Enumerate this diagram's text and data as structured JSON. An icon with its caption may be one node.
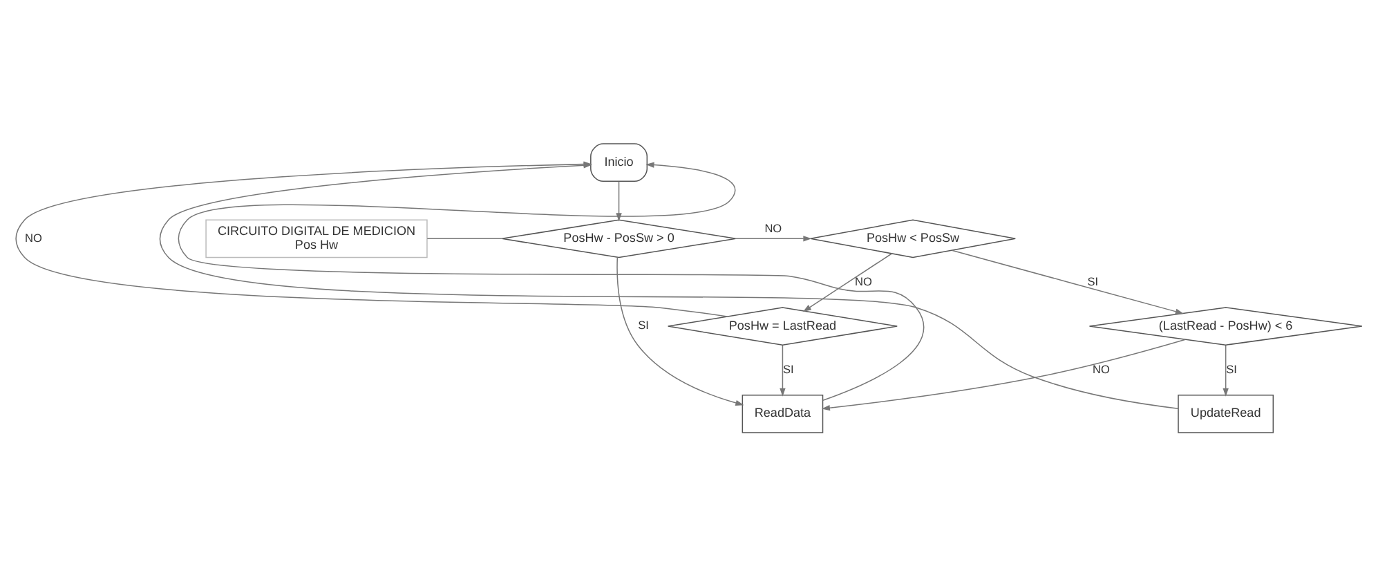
{
  "diagram": {
    "nodes": [
      {
        "text": [
          "Inicio"
        ]
      },
      {
        "text": [
          "CIRCUITO DIGITAL DE MEDICION",
          "Pos Hw"
        ]
      },
      {
        "text": [
          "PosHw - PosSw > 0"
        ]
      },
      {
        "text": [
          "PosHw < PosSw"
        ]
      },
      {
        "text": [
          "PosHw = LastRead"
        ]
      },
      {
        "text": [
          "(LastRead - PosHw) < 6"
        ]
      },
      {
        "text": [
          "UpdateRead"
        ]
      },
      {
        "text": [
          "ReadData"
        ]
      }
    ],
    "edges": [
      {
        "from": 0,
        "to": 2,
        "arrow": "to"
      },
      {
        "from": 1,
        "to": 2,
        "arrow": "none"
      },
      {
        "from": 2,
        "to": 7,
        "arrow": "to",
        "label": "SI"
      },
      {
        "from": 2,
        "to": 3,
        "arrow": "to",
        "label": "NO"
      },
      {
        "from": 4,
        "to": 0,
        "arrow": "to",
        "label": "NO"
      },
      {
        "from": 3,
        "to": 4,
        "arrow": "to",
        "label": "NO"
      },
      {
        "from": 3,
        "to": 5,
        "arrow": "to",
        "label": "SI"
      },
      {
        "from": 4,
        "to": 7,
        "arrow": "to",
        "label": "SI"
      },
      {
        "from": 5,
        "to": 6,
        "arrow": "to",
        "label": "SI"
      },
      {
        "from": 5,
        "to": 7,
        "arrow": "to",
        "label": "NO"
      },
      {
        "from": 6,
        "to": 0,
        "arrow": "to"
      },
      {
        "from": 7,
        "to": 0,
        "arrow": "to"
      }
    ]
  }
}
